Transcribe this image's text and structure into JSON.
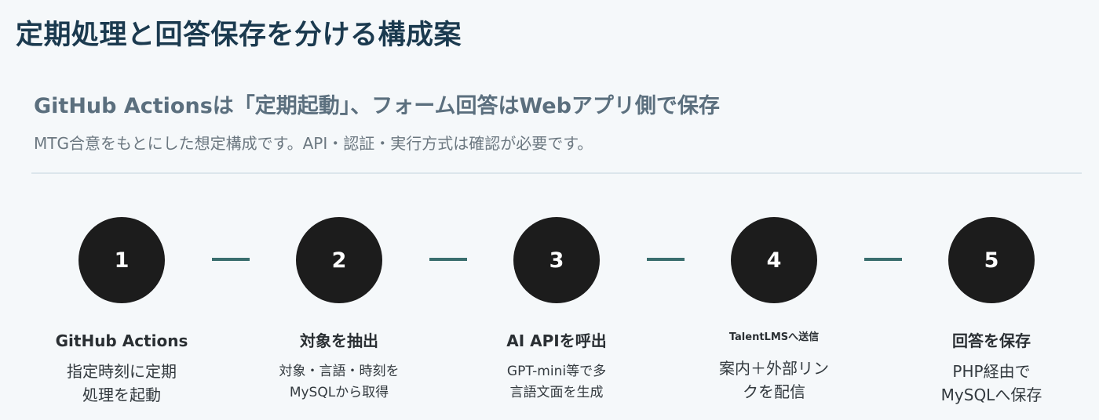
{
  "title": "定期処理と回答保存を分ける構成案",
  "subtitle": "GitHub Actionsは「定期起動」、フォーム回答はWebアプリ側で保存",
  "description": "MTG合意をもとにした想定構成です。API・認証・実行方式は確認が必要です。",
  "colors": {
    "background": "#f5f8fa",
    "title": "#1b3a4f",
    "circle": "#1c1c1c",
    "connector": "#3a6e6e"
  },
  "steps": [
    {
      "number": "1",
      "title": "GitHub Actions",
      "desc_line1": "指定時刻に定期",
      "desc_line2": "処理を起動"
    },
    {
      "number": "2",
      "title": "対象を抽出",
      "desc_line1": "対象・言語・時刻を",
      "desc_line2": "MySQLから取得"
    },
    {
      "number": "3",
      "title": "AI APIを呼出",
      "desc_line1": "GPT-mini等で多",
      "desc_line2": "言語文面を生成"
    },
    {
      "number": "4",
      "title": "TalentLMSへ送信",
      "desc_line1": "案内＋外部リン",
      "desc_line2": "クを配信"
    },
    {
      "number": "5",
      "title": "回答を保存",
      "desc_line1": "PHP経由で",
      "desc_line2": "MySQLへ保存"
    }
  ]
}
